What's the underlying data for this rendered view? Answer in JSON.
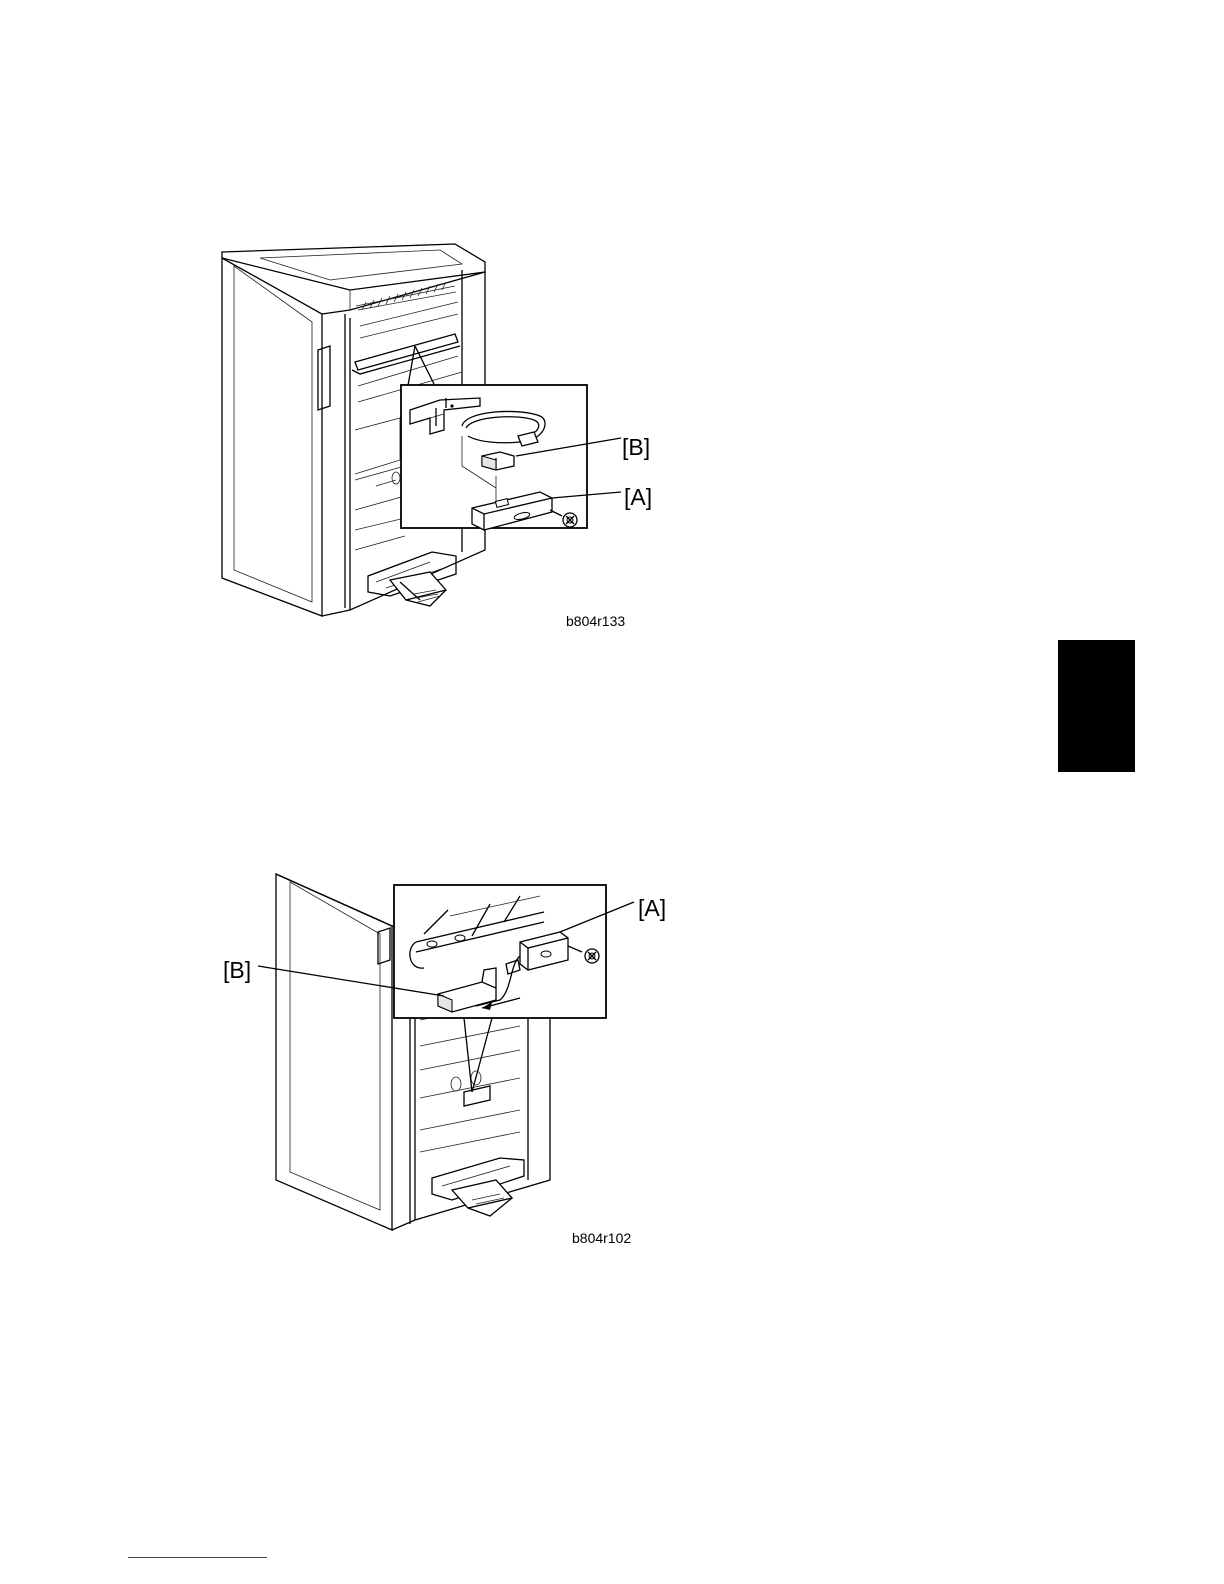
{
  "figure_top": {
    "callout_b": "[B]",
    "callout_a": "[A]",
    "figure_id": "b804r133"
  },
  "figure_bottom": {
    "callout_a": "[A]",
    "callout_b": "[B]",
    "figure_id": "b804r102"
  },
  "colors": {
    "section_tab": "#000000",
    "footer_rule": "#1a3fb0"
  }
}
